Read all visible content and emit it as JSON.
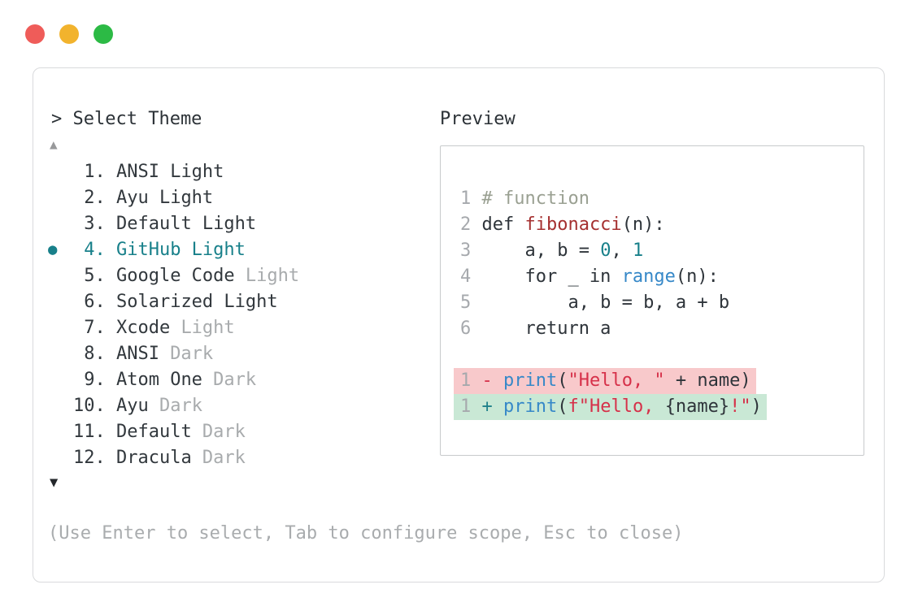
{
  "window": {
    "controls": [
      {
        "name": "close",
        "color": "#ef5c59"
      },
      {
        "name": "minimize",
        "color": "#f2b32d"
      },
      {
        "name": "maximize",
        "color": "#2cba45"
      }
    ]
  },
  "prompt": "> Select Theme",
  "scroll_up_icon": "▲",
  "scroll_down_icon": "▼",
  "selected_bullet": "●",
  "themes": [
    {
      "num": "1.",
      "main": "ANSI Light",
      "muted": "",
      "selected": false
    },
    {
      "num": "2.",
      "main": "Ayu Light",
      "muted": "",
      "selected": false
    },
    {
      "num": "3.",
      "main": "Default Light",
      "muted": "",
      "selected": false
    },
    {
      "num": "4.",
      "main": "GitHub Light",
      "muted": "",
      "selected": true
    },
    {
      "num": "5.",
      "main": "Google Code",
      "muted": "Light",
      "selected": false
    },
    {
      "num": "6.",
      "main": "Solarized Light",
      "muted": "",
      "selected": false
    },
    {
      "num": "7.",
      "main": "Xcode",
      "muted": "Light",
      "selected": false
    },
    {
      "num": "8.",
      "main": "ANSI",
      "muted": "Dark",
      "selected": false
    },
    {
      "num": "9.",
      "main": "Atom One",
      "muted": "Dark",
      "selected": false
    },
    {
      "num": "10.",
      "main": "Ayu",
      "muted": "Dark",
      "selected": false
    },
    {
      "num": "11.",
      "main": "Default",
      "muted": "Dark",
      "selected": false
    },
    {
      "num": "12.",
      "main": "Dracula",
      "muted": "Dark",
      "selected": false
    }
  ],
  "hint": "(Use Enter to select, Tab to configure scope, Esc to close)",
  "preview": {
    "label": "Preview",
    "lines": [
      {
        "no": "1",
        "tokens": [
          [
            "# function",
            "comment"
          ]
        ]
      },
      {
        "no": "2",
        "tokens": [
          [
            "def ",
            "plain"
          ],
          [
            "fibonacci",
            "func"
          ],
          [
            "(n):",
            "plain"
          ]
        ]
      },
      {
        "no": "3",
        "tokens": [
          [
            "    a, b = ",
            "plain"
          ],
          [
            "0",
            "num"
          ],
          [
            ", ",
            "plain"
          ],
          [
            "1",
            "num"
          ]
        ]
      },
      {
        "no": "4",
        "tokens": [
          [
            "    for _ in ",
            "plain"
          ],
          [
            "range",
            "builtin"
          ],
          [
            "(n):",
            "plain"
          ]
        ]
      },
      {
        "no": "5",
        "tokens": [
          [
            "        a, b = b, a + b",
            "plain"
          ]
        ]
      },
      {
        "no": "6",
        "tokens": [
          [
            "    return a",
            "plain"
          ]
        ]
      },
      {
        "blank": true
      },
      {
        "no": "1",
        "bg": "removed",
        "tokens": [
          [
            "- ",
            "minus"
          ],
          [
            "print",
            "builtin"
          ],
          [
            "(",
            "plain"
          ],
          [
            "\"Hello, \"",
            "string"
          ],
          [
            " + name)",
            "plain"
          ]
        ]
      },
      {
        "no": "1",
        "bg": "added",
        "tokens": [
          [
            "+ ",
            "plus"
          ],
          [
            "print",
            "builtin"
          ],
          [
            "(",
            "plain"
          ],
          [
            "f\"Hello, ",
            "string"
          ],
          [
            "{name}",
            "plain"
          ],
          [
            "!\"",
            "string"
          ],
          [
            ")",
            "plain"
          ]
        ]
      }
    ]
  },
  "colors": {
    "selection_teal": "#18808a",
    "muted_gray": "#a8abad",
    "diff_removed_bg": "#f8c9cb",
    "diff_added_bg": "#c9e8d5",
    "string_red": "#d63049",
    "builtin_blue": "#3688c8",
    "function_red": "#a53030",
    "comment_gray": "#9aa092"
  }
}
